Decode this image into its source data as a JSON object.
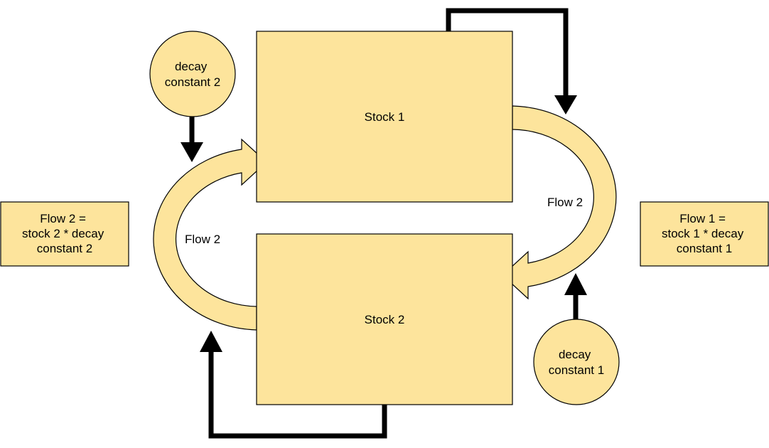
{
  "colors": {
    "fill": "#fde49c",
    "stroke": "#000000",
    "background": "#ffffff"
  },
  "stocks": {
    "stock1": {
      "label": "Stock 1"
    },
    "stock2": {
      "label": "Stock 2"
    }
  },
  "flows": {
    "right": {
      "label": "Flow 2"
    },
    "left": {
      "label": "Flow 2"
    }
  },
  "constants": {
    "decay2": {
      "line1": "decay",
      "line2": "constant 2"
    },
    "decay1": {
      "line1": "decay",
      "line2": "constant 1"
    }
  },
  "notes": {
    "left": {
      "line1": "Flow 2  =",
      "line2": "stock 2 * decay",
      "line3": "constant 2"
    },
    "right": {
      "line1": "Flow 1  =",
      "line2": "stock 1 * decay",
      "line3": "constant 1"
    }
  }
}
